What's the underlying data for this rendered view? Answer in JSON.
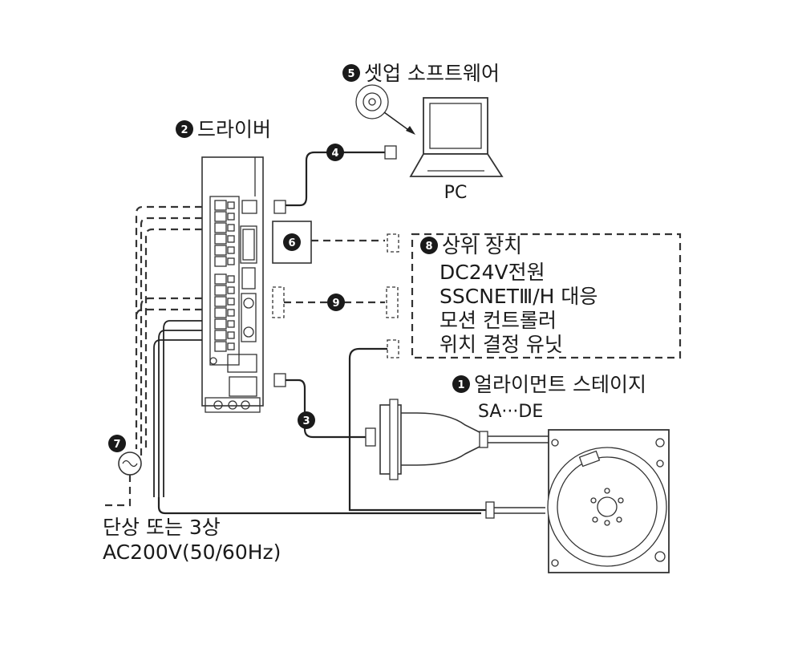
{
  "labels": {
    "setup_software": "셋업 소프트웨어",
    "driver": "드라이버",
    "pc": "PC",
    "host_device": "상위 장치",
    "host_items": [
      "DC24V전원",
      "SSCNETⅢ/H 대응",
      "모션 컨트롤러",
      "위치 결정 유닛"
    ],
    "stage": "얼라이먼트 스테이지",
    "stage_model": "SA···DE",
    "power_line1": "단상 또는 3상",
    "power_line2": "AC200V(50/60Hz)"
  },
  "markers": {
    "n1": "1",
    "n2": "2",
    "n3": "3",
    "n4": "4",
    "n5": "5",
    "n6": "6",
    "n7": "7",
    "n8": "8",
    "n9": "9"
  },
  "colors": {
    "line": "#222222",
    "marker_fill": "#1a1a1a",
    "background": "#ffffff"
  }
}
